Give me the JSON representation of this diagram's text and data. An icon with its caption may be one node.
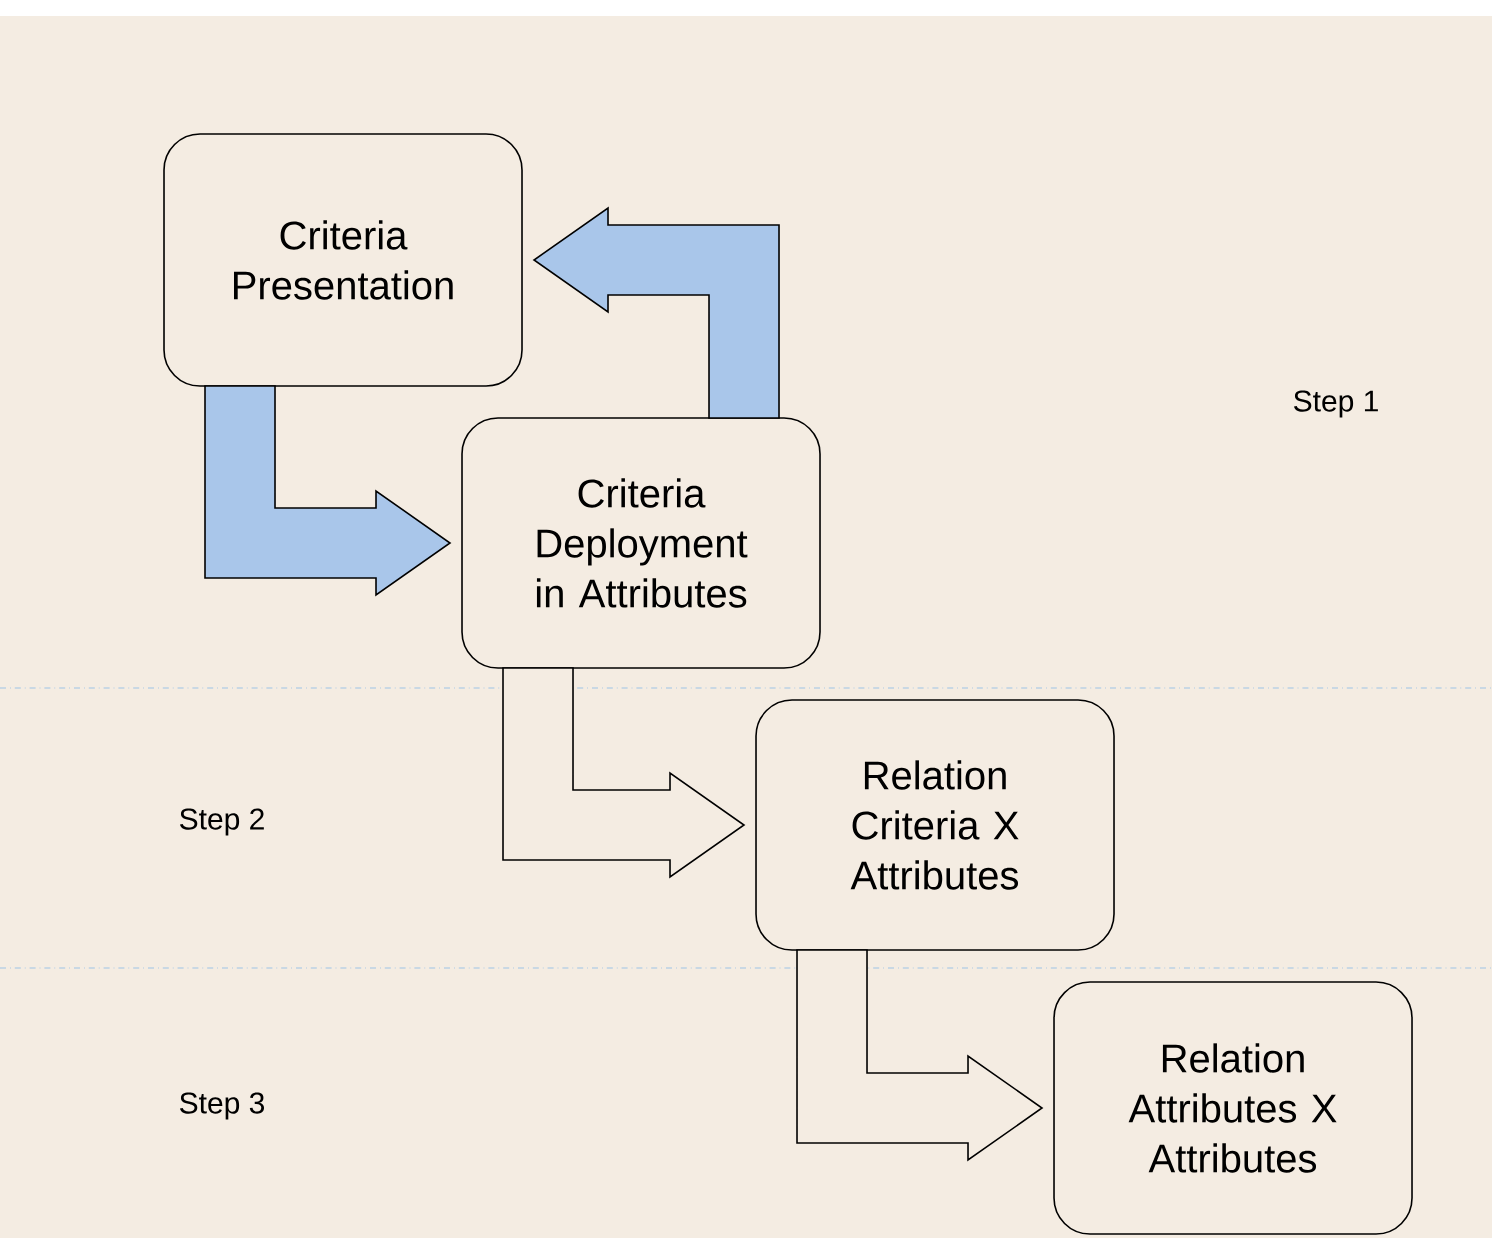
{
  "diagram": {
    "nodes": [
      {
        "text": [
          "Criteria Presentation"
        ]
      },
      {
        "text": [
          "Criteria Deployment in Attributes"
        ]
      },
      {
        "text": [
          "Relation Criteria X Attributes"
        ]
      },
      {
        "text": [
          "Relation Attributes X Attributes"
        ]
      }
    ],
    "edges": [
      {
        "from": 0,
        "to": 1,
        "arrow": "to",
        "color": "#a9c6ea"
      },
      {
        "from": 1,
        "to": 0,
        "arrow": "to",
        "color": "#a9c6ea"
      },
      {
        "from": 1,
        "to": 2,
        "arrow": "to"
      },
      {
        "from": 2,
        "to": 3,
        "arrow": "to"
      }
    ],
    "labels": [
      "Step 1",
      "Step 2",
      "Step 3"
    ]
  }
}
